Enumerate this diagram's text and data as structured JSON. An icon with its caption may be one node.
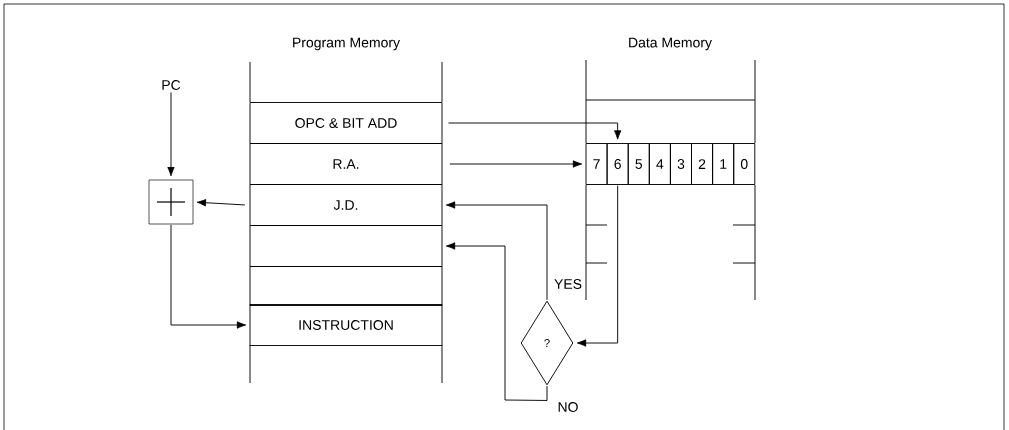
{
  "diagram": {
    "nodes": [
      {
        "text": [
          "PC"
        ]
      },
      {
        "text": [],
        "shape": "box"
      },
      {
        "text": [
          "OPC & BIT ADD"
        ]
      },
      {
        "text": [
          "R.A."
        ]
      },
      {
        "text": [
          "J.D."
        ]
      },
      {
        "text": [],
        "shape": "box"
      },
      {
        "text": [],
        "shape": "box"
      },
      {
        "text": [
          "INSTRUCTION"
        ]
      },
      {
        "text": [
          "7"
        ]
      },
      {
        "text": [
          "6"
        ]
      },
      {
        "text": [
          "5"
        ]
      },
      {
        "text": [
          "4"
        ]
      },
      {
        "text": [
          "3"
        ]
      },
      {
        "text": [
          "2"
        ]
      },
      {
        "text": [
          "1"
        ]
      },
      {
        "text": [
          "0"
        ]
      },
      {
        "text": [
          "?"
        ]
      }
    ],
    "edges": [
      {
        "from": 0,
        "to": 1,
        "arrow": "to"
      },
      {
        "from": 4,
        "to": 1,
        "arrow": "to"
      },
      {
        "from": 1,
        "to": 7,
        "arrow": "to"
      },
      {
        "from": 2,
        "to": 9,
        "arrow": "to"
      },
      {
        "from": 3,
        "to": 8,
        "arrow": "to"
      },
      {
        "from": 9,
        "to": 16,
        "arrow": "to"
      },
      {
        "from": 16,
        "to": 4,
        "arrow": "to",
        "label": "YES"
      },
      {
        "from": 16,
        "to": 5,
        "arrow": "to",
        "label": "NO"
      }
    ],
    "labels": [
      "Program Memory",
      "Data Memory"
    ]
  }
}
